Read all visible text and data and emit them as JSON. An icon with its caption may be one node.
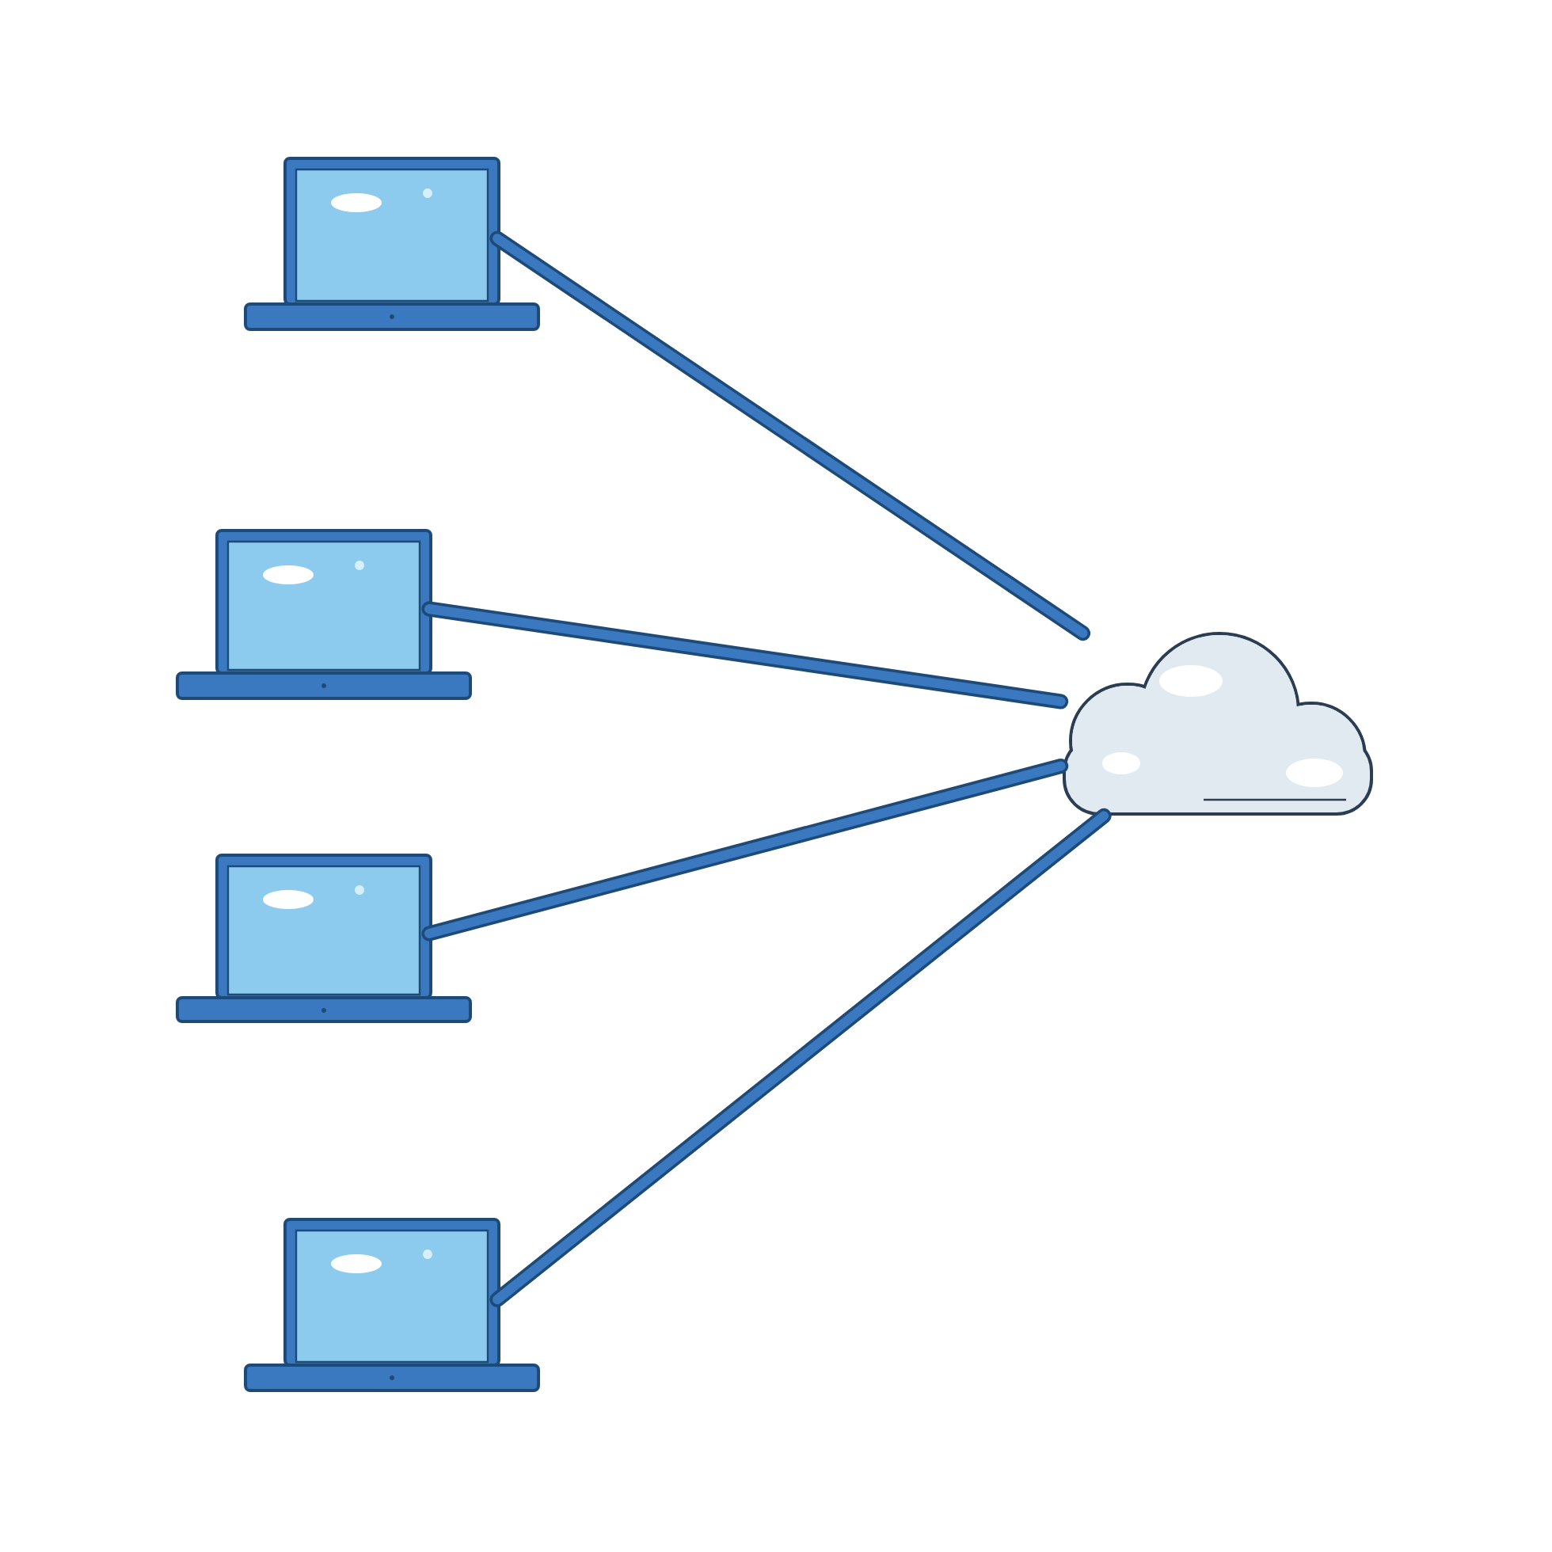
{
  "diagram": {
    "nodes": [
      {
        "text": [],
        "shape": "laptop"
      },
      {
        "text": [],
        "shape": "laptop"
      },
      {
        "text": [],
        "shape": "laptop"
      },
      {
        "text": [],
        "shape": "laptop"
      },
      {
        "text": [],
        "shape": "cloud"
      }
    ],
    "edges": [
      {
        "from": 0,
        "to": 4,
        "arrow": "none"
      },
      {
        "from": 1,
        "to": 4,
        "arrow": "none"
      },
      {
        "from": 2,
        "to": 4,
        "arrow": "none"
      },
      {
        "from": 3,
        "to": 4,
        "arrow": "none"
      }
    ]
  }
}
